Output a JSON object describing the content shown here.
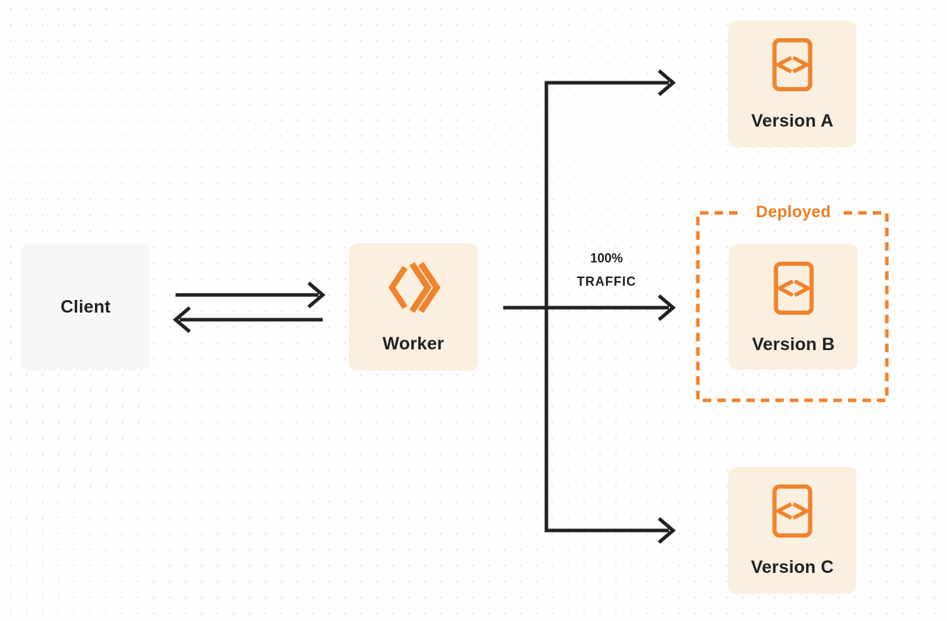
{
  "diagram": {
    "title": "worker-version-routing-diagram",
    "nodes": {
      "client": {
        "label": "Client"
      },
      "worker": {
        "label": "Worker",
        "icon": "cloudflare-workers-icon"
      },
      "version_a": {
        "label": "Version A",
        "icon": "code-file-icon"
      },
      "version_b": {
        "label": "Version B",
        "icon": "code-file-icon"
      },
      "version_c": {
        "label": "Version C",
        "icon": "code-file-icon"
      }
    },
    "edges": {
      "client_worker": "bidirectional-arrows",
      "worker_to_versions": "one-to-three-branch",
      "traffic_label_line1": "100%",
      "traffic_label_line2": "TRAFFIC"
    },
    "deployed_group": {
      "label": "Deployed",
      "contains": "version_b"
    },
    "colors": {
      "page_bg": "#FEFEFE",
      "dot_grid": "#E3E3E3",
      "connector_dark": "#222222",
      "accent_orange": "#F0832D",
      "deployed_text": "#EE7D23",
      "node_cream_bg": "#FBEFDF",
      "client_gray_bg": "#F6F7F8",
      "text_dark": "#222222"
    }
  }
}
